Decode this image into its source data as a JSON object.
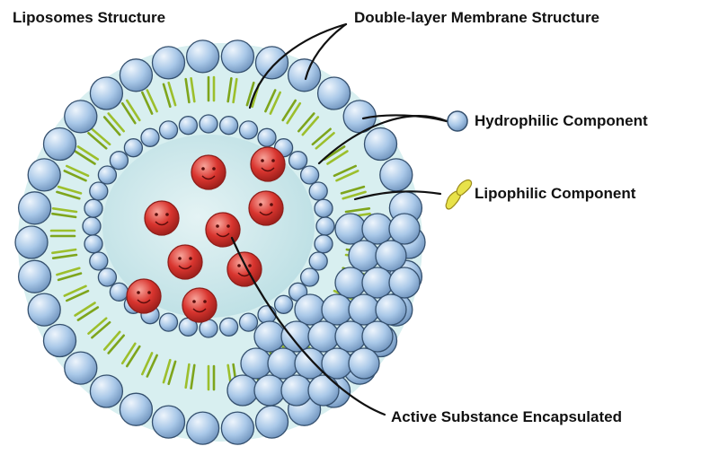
{
  "title": "Liposomes Structure",
  "labels": {
    "membrane": "Double-layer Membrane Structure",
    "hydrophilic": "Hydrophilic Component",
    "lipophilic": "Lipophilic Component",
    "active": "Active Substance Encapsulated"
  },
  "icons": {
    "hydrophilic": "blue-sphere-icon",
    "lipophilic": "yellow-lipid-tail-icon",
    "drug": "red-smiley-molecule-icon"
  },
  "colors": {
    "head_fill": "#a9c8e8",
    "head_stroke": "#35506e",
    "tail": "#9cbf2c",
    "water": "#cde8ec",
    "drug": "#d9352f",
    "drug_stroke": "#8e1e1a",
    "leader": "#111111",
    "lipophilic_icon": "#e8e24a"
  }
}
